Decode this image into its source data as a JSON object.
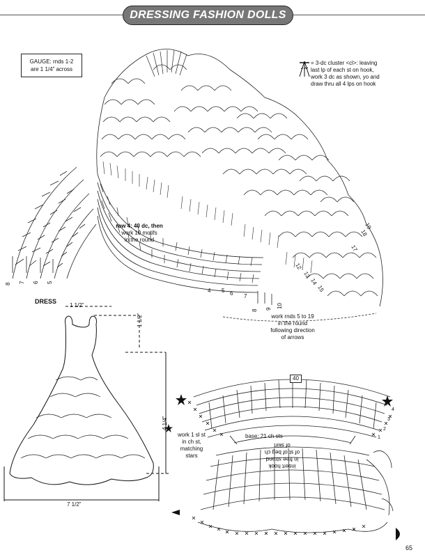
{
  "header": {
    "title": "DRESSING FASHION DOLLS"
  },
  "gauge": {
    "line1": "GAUGE: rnds 1-2",
    "line2": "are 1 1/4” across"
  },
  "cluster_key": {
    "line1": "= 3-dc cluster <cl>: leaving",
    "line2": "last lp of each st on hook,",
    "line3": "work 3 dc as shown, yo and",
    "line4": "draw thru all 4 lps on hook"
  },
  "row4_note": {
    "line1": "row 4: 40 dc, then",
    "line2": "work 10 motifs",
    "line3": "in the round"
  },
  "rnds_note": {
    "line1": "work rnds 5 to 19",
    "line2": "in the round",
    "line3": "following direction",
    "line4": "of arrows"
  },
  "dress": {
    "title": "DRESS",
    "dim_top": "1 1/2”",
    "dim_side": "1 1/2”",
    "dim_height": "4 1/4”",
    "dim_bottom": "7 1/2”"
  },
  "join_note": {
    "line1": "work 1 sl st",
    "line2": "in ch st,",
    "line3": "matching",
    "line4": "stars"
  },
  "bodice": {
    "count_label": "40",
    "base_label": "base: 21 ch sts",
    "insert_line1": "insert hook",
    "insert_line2": "in free strand",
    "insert_line3": "of st of beg ch",
    "insert_line4": "of skirt"
  },
  "round_numbers_left": [
    "8",
    "7",
    "6",
    "5"
  ],
  "round_numbers_center": [
    "4",
    "5",
    "6",
    "7",
    "8",
    "9",
    "10"
  ],
  "round_numbers_right": [
    "19",
    "18",
    "17",
    "12",
    "13",
    "14",
    "15"
  ],
  "bodice_rows": [
    "1",
    "2",
    "3",
    "4"
  ],
  "page_number": "65"
}
